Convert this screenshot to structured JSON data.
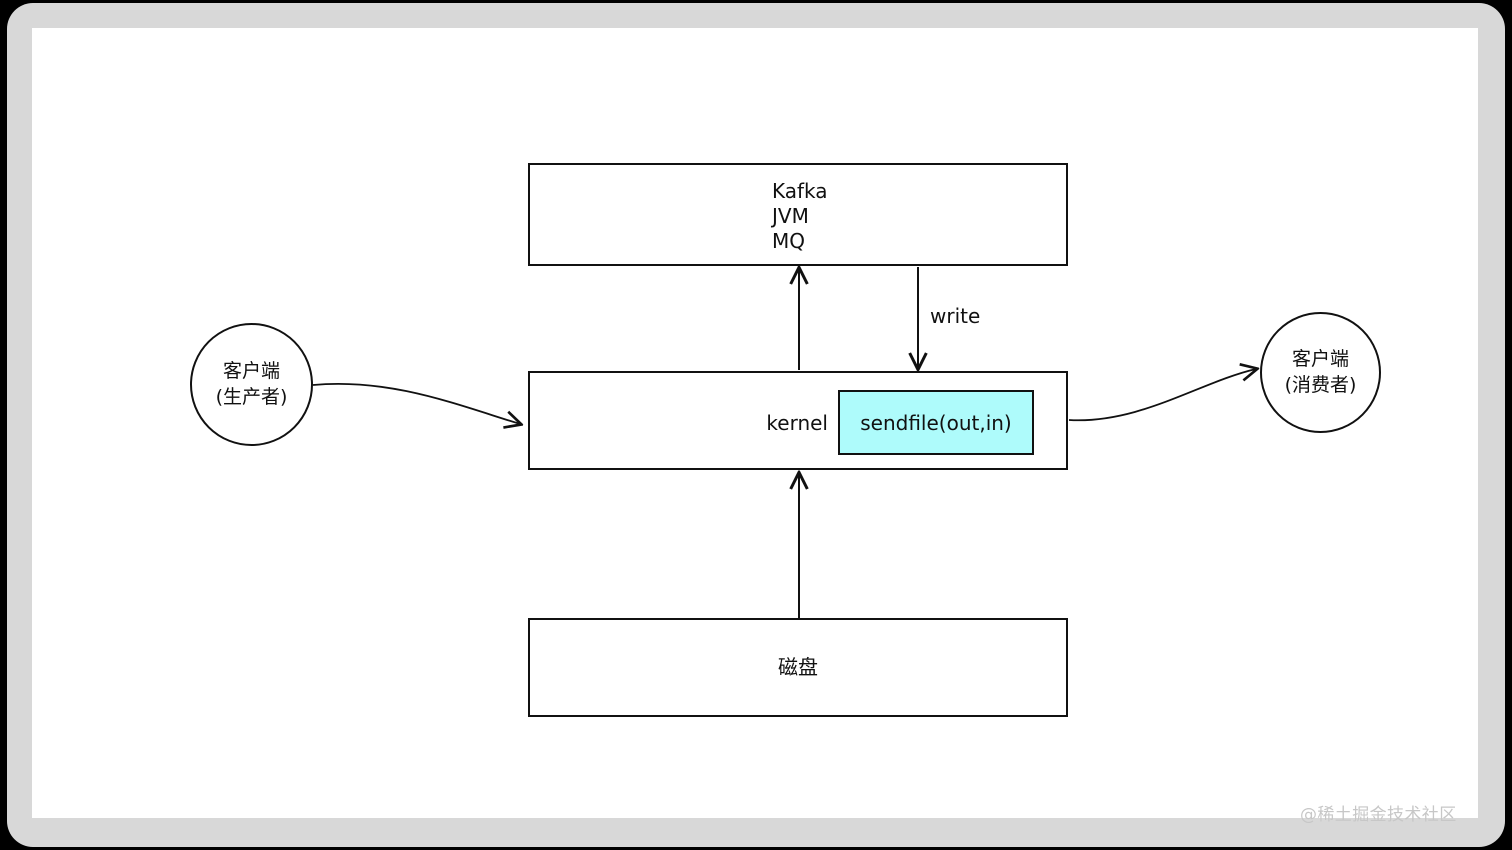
{
  "frame": {
    "background_color": "#000000",
    "border_color": "#d8d8d8",
    "canvas_color": "#ffffff"
  },
  "diagram": {
    "title_semantics": "kafka-zero-copy-sendfile-architecture",
    "line_color": "#111111",
    "accent_color": "#aefbfb",
    "nodes": {
      "kafka_box": {
        "lines": "Kafka\nJVM\nMQ",
        "line_1": "Kafka",
        "line_2": "JVM",
        "line_3": "MQ"
      },
      "kernel_box": {
        "label": "kernel",
        "sendfile_label": "sendfile(out,in)"
      },
      "disk_box": {
        "label": "磁盘"
      },
      "producer_circle": {
        "line_1": "客户端",
        "line_2": "(生产者)"
      },
      "consumer_circle": {
        "line_1": "客户端",
        "line_2": "(消费者)"
      }
    },
    "edges": {
      "write_label": "write",
      "producer_to_kernel": "",
      "kernel_to_consumer": "",
      "kernel_to_kafka": "",
      "disk_to_kernel": ""
    }
  },
  "watermark": {
    "text": "@稀土掘金技术社区",
    "color": "#c7c7c7"
  }
}
